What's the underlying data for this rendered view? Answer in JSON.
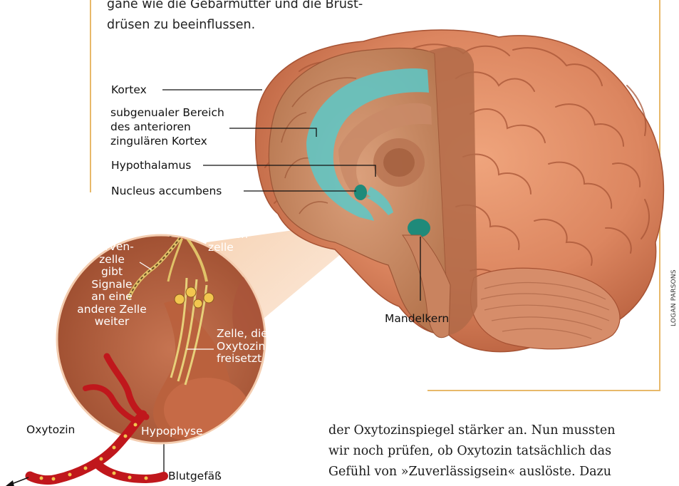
{
  "intro_lines": [
    "gane wie die Gebärmutter und die Brust-",
    "drüsen zu beeinflussen."
  ],
  "labels": {
    "kortex": "Kortex",
    "subgenual_1": "subgenualer Bereich",
    "subgenual_2": "des anterioren",
    "subgenual_3": "zingulären Kortex",
    "hypothalamus": "Hypothalamus",
    "nucleus": "Nucleus accumbens",
    "mandelkern": "Mandelkern",
    "nervenzelle_right_1": "Nerven-",
    "nervenzelle_right_2": "zelle",
    "nervenzelle_left_1": "Nerven-",
    "nervenzelle_left_2": "zelle",
    "nervenzelle_left_3": "gibt",
    "nervenzelle_left_4": "Signale",
    "nervenzelle_left_5": "an eine",
    "nervenzelle_left_6": "andere Zelle",
    "nervenzelle_left_7": "weiter",
    "zelle_1": "Zelle, die",
    "zelle_2": "Oxytozin",
    "zelle_3": "freisetzt",
    "hypophyse": "Hypophyse",
    "oxytozin": "Oxytozin",
    "blutgefaess": "Blutgefäß"
  },
  "credit": "LOGAN PARSONS",
  "body_lines": [
    "der Oxytozinspiegel stärker an. Nun mussten",
    "wir noch prüfen, ob Oxytozin tatsächlich das",
    "Gefühl von »Zuverlässigsein« auslöste. Dazu"
  ],
  "colors": {
    "frame": "#e8b96a",
    "brain": "#d9825c",
    "cortex_highlight": "#5cc8c8",
    "vessel": "#c0171c"
  }
}
